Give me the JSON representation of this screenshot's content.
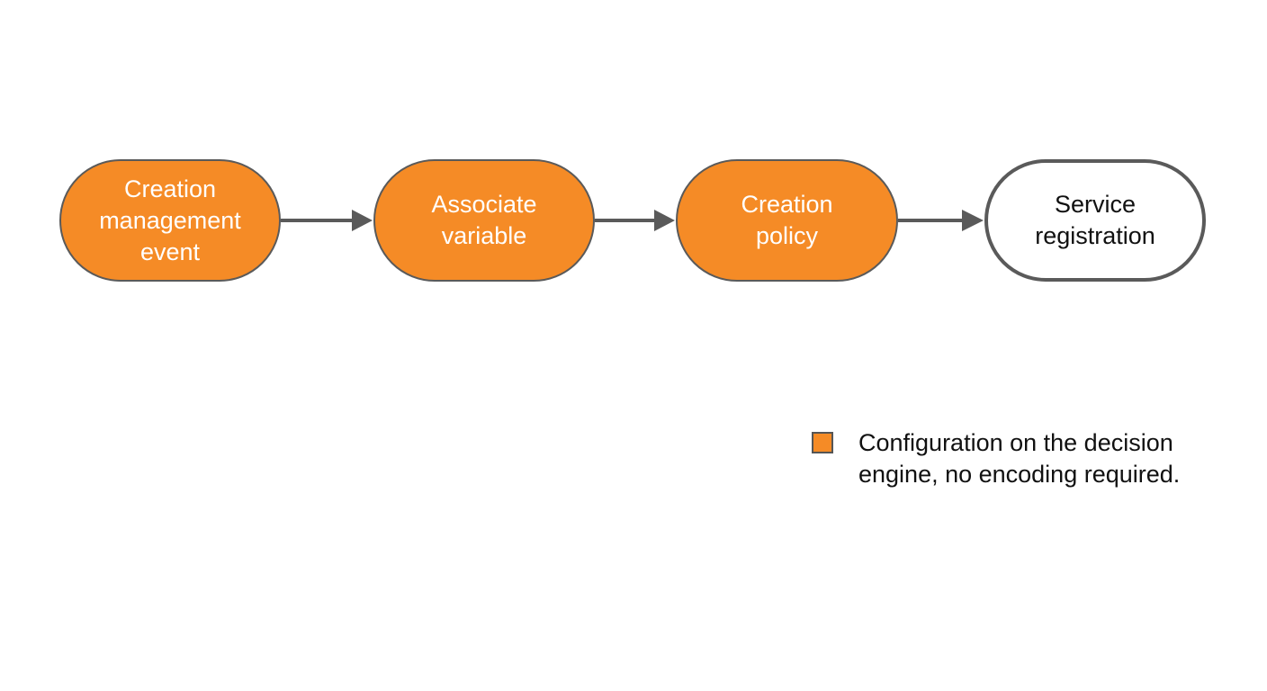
{
  "flow": {
    "steps": [
      {
        "label": "Creation\nmanagement\nevent",
        "fill": "#f58b26"
      },
      {
        "label": "Associate\nvariable",
        "fill": "#f58b26"
      },
      {
        "label": "Creation\npolicy",
        "fill": "#f58b26"
      },
      {
        "label": "Service\nregistration",
        "fill": "#ffffff"
      }
    ],
    "connector_color": "#5a5a5a"
  },
  "legend": {
    "swatch_color": "#f58b26",
    "text": "Configuration on the decision\nengine, no encoding required."
  }
}
